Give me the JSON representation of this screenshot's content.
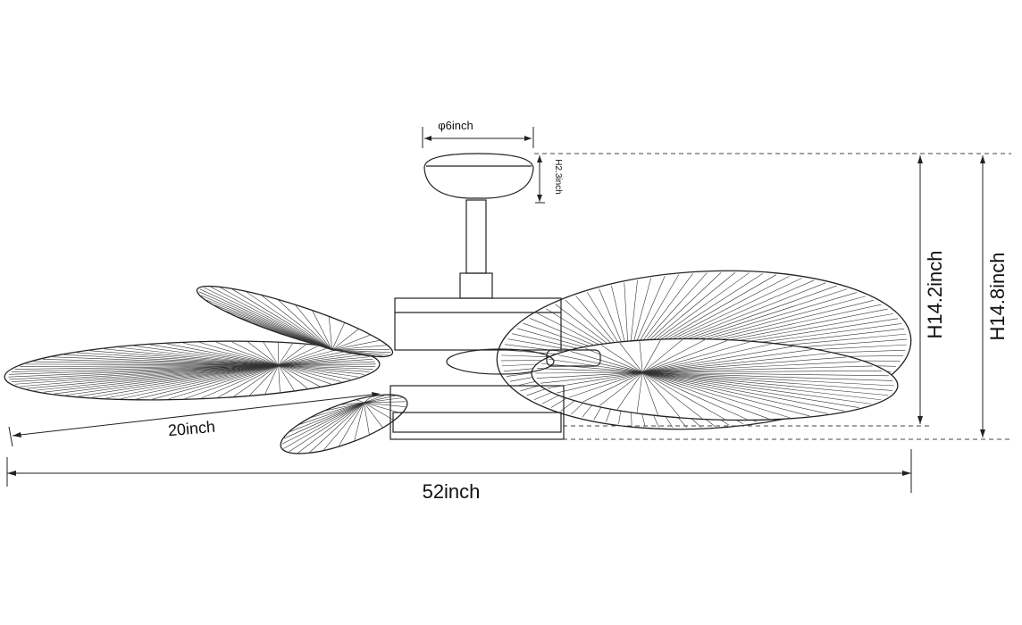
{
  "dimensions": {
    "canopy_diameter": "φ6inch",
    "canopy_height": "H2.3inch",
    "height_to_light": "H14.2inch",
    "overall_height": "H14.8inch",
    "blade_length": "20inch",
    "span": "52inch"
  },
  "colors": {
    "line": "#222222",
    "background": "#ffffff"
  }
}
